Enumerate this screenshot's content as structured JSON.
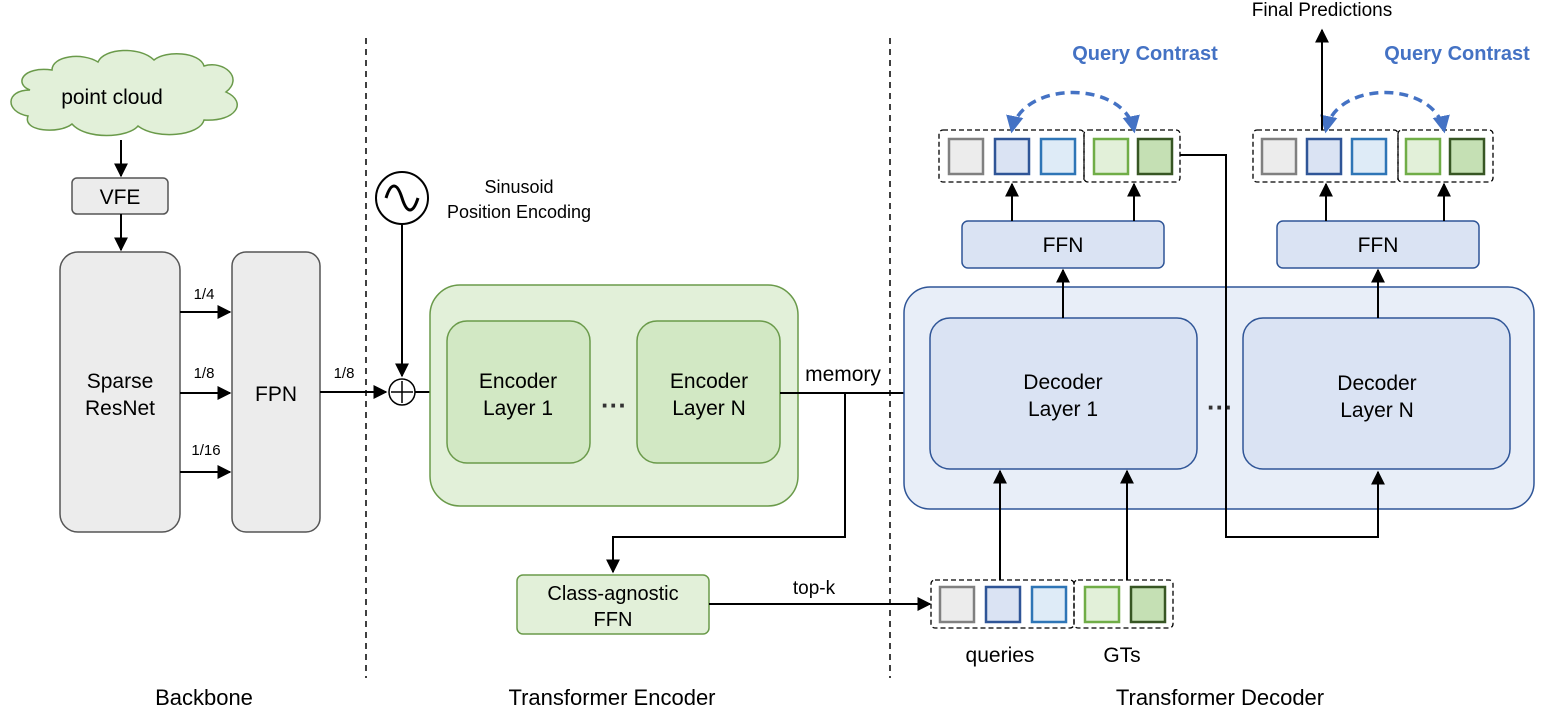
{
  "backbone": {
    "input": "point cloud",
    "vfe": "VFE",
    "resnet_line1": "Sparse",
    "resnet_line2": "ResNet",
    "fpn": "FPN",
    "scale_1": "1/4",
    "scale_2": "1/8",
    "scale_3": "1/16",
    "fpn_out_scale": "1/8",
    "section_label": "Backbone"
  },
  "encoder": {
    "pos_enc_line1": "Sinusoid",
    "pos_enc_line2": "Position Encoding",
    "layer1_line1": "Encoder",
    "layer1_line2": "Layer 1",
    "layerN_line1": "Encoder",
    "layerN_line2": "Layer N",
    "ellipsis": "···",
    "memory_label": "memory",
    "cls_ffn_line1": "Class-agnostic",
    "cls_ffn_line2": "FFN",
    "topk_label": "top-k",
    "section_label": "Transformer Encoder"
  },
  "decoder": {
    "final_predictions": "Final Predictions",
    "query_contrast": "Query Contrast",
    "ffn": "FFN",
    "layer1_line1": "Decoder",
    "layer1_line2": "Layer 1",
    "layerN_line1": "Decoder",
    "layerN_line2": "Layer N",
    "ellipsis": "···",
    "queries_label": "queries",
    "gts_label": "GTs",
    "section_label": "Transformer Decoder"
  },
  "colors": {
    "gray_fill": "#ececec",
    "gray_stroke": "#555555",
    "green_fill": "#e2f0d9",
    "green_stroke": "#6a9a4a",
    "blue_fill": "#dae3f3",
    "blue_stroke": "#2f5597",
    "accent_blue": "#4472c4"
  }
}
